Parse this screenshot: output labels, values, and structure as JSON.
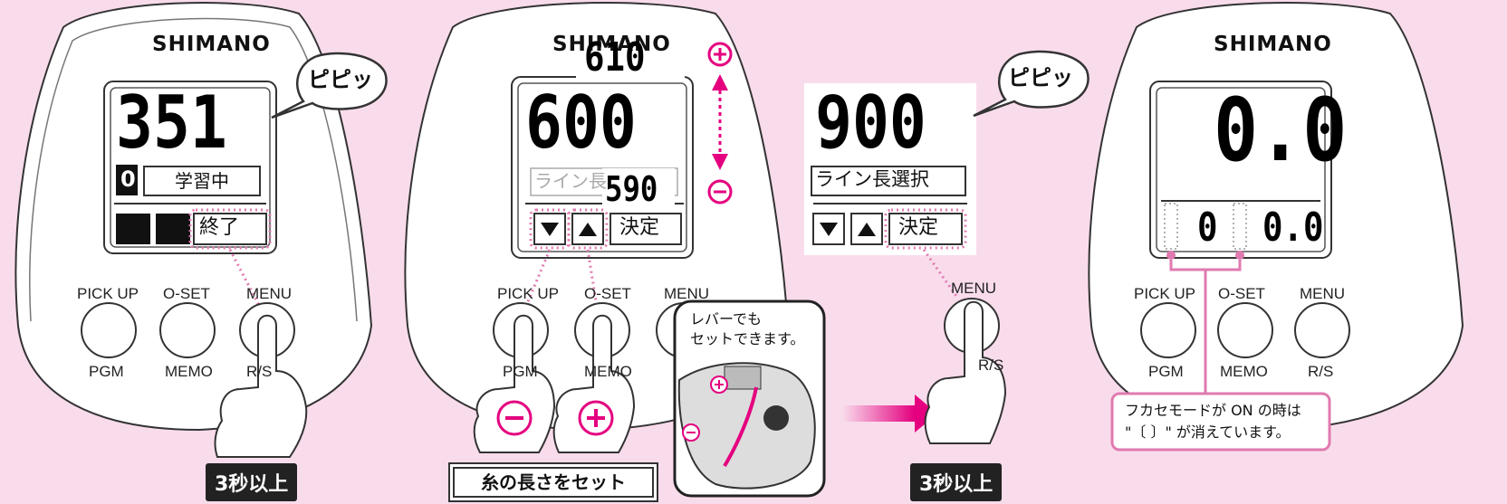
{
  "colors": {
    "background": "#f9dcec",
    "accent": "#e4007f",
    "dot": "#e07ab0",
    "ink": "#111111"
  },
  "panel1": {
    "brand": "SHIMANO",
    "main_value": "351",
    "small_value": "0",
    "status_label": "学習中",
    "end_label": "終了",
    "bubble": "ピピッ",
    "buttons": {
      "pickup": "PICK UP",
      "oset": "O-SET",
      "menu": "MENU",
      "pgm": "PGM",
      "memo": "MEMO",
      "rs": "R/S"
    },
    "caption": "3秒以上"
  },
  "panel2": {
    "brand": "SHIMANO",
    "top_value": "610",
    "main_value": "600",
    "line_label": "ライン長",
    "overlay_value": "590",
    "decide_label": "決定",
    "buttons": {
      "pickup": "PICK UP",
      "oset": "O-SET",
      "menu": "MENU",
      "pgm": "PGM",
      "memo": "MEMO"
    },
    "lever_note_line1": "レバーでも",
    "lever_note_line2": "セットできます。",
    "caption": "糸の長さをセット"
  },
  "panel3": {
    "main_value": "900",
    "line_label": "ライン長選択",
    "decide_label": "決定",
    "bubble": "ピピッ",
    "menu_label": "MENU",
    "rs_label": "R/S",
    "caption": "3秒以上"
  },
  "panel4": {
    "brand": "SHIMANO",
    "main_value": "0.0",
    "sub_value_left": "0",
    "sub_value_right": "0.0",
    "buttons": {
      "pickup": "PICK UP",
      "oset": "O-SET",
      "menu": "MENU",
      "pgm": "PGM",
      "memo": "MEMO",
      "rs": "R/S"
    },
    "note_line1": "フカセモードが ON の時は",
    "note_line2": "\"〔  〕\" が消えています。"
  }
}
